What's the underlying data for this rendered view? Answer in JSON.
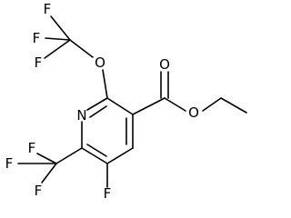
{
  "molecule": {
    "atoms": {
      "f1": "F",
      "f2": "F",
      "f3": "F",
      "o_ether": "O",
      "o_carbonyl": "O",
      "o_ester": "O",
      "n_ring": "N",
      "f4": "F",
      "f5": "F",
      "f6": "F",
      "f7": "F"
    }
  },
  "colors": {
    "bond": "#000000",
    "label": "#000000",
    "background": "#ffffff"
  }
}
